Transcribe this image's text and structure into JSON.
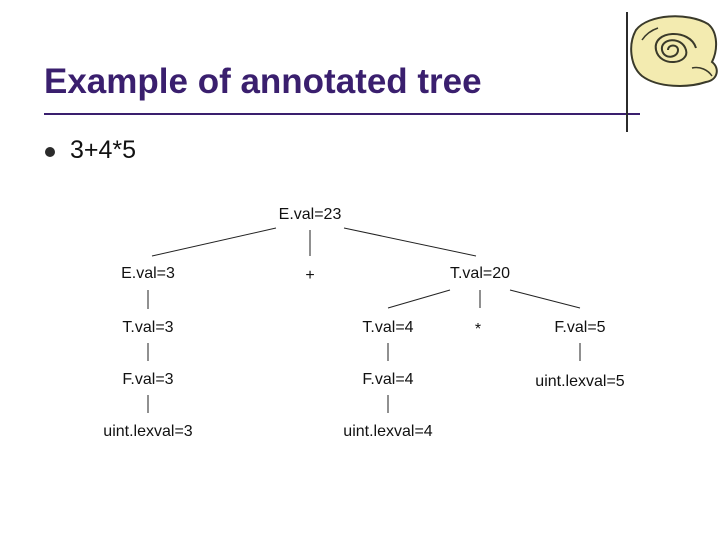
{
  "slide": {
    "title": "Example of annotated tree",
    "bullet": "3+4*5"
  },
  "tree": {
    "nodes": [
      {
        "id": "e23",
        "label": "E.val=23"
      },
      {
        "id": "e3",
        "label": "E.val=3"
      },
      {
        "id": "plus",
        "label": "+"
      },
      {
        "id": "t20",
        "label": "T.val=20"
      },
      {
        "id": "t3",
        "label": "T.val=3"
      },
      {
        "id": "t4",
        "label": "T.val=4"
      },
      {
        "id": "star",
        "label": "*"
      },
      {
        "id": "f5",
        "label": "F.val=5"
      },
      {
        "id": "f3",
        "label": "F.val=3"
      },
      {
        "id": "f4",
        "label": "F.val=4"
      },
      {
        "id": "u5",
        "label": "uint.lexval=5"
      },
      {
        "id": "u3",
        "label": "uint.lexval=3"
      },
      {
        "id": "u4",
        "label": "uint.lexval=4"
      }
    ],
    "edges": [
      [
        "e23",
        "e3"
      ],
      [
        "e23",
        "plus"
      ],
      [
        "e23",
        "t20"
      ],
      [
        "e3",
        "t3"
      ],
      [
        "t3",
        "f3"
      ],
      [
        "f3",
        "u3"
      ],
      [
        "t20",
        "t4"
      ],
      [
        "t20",
        "star"
      ],
      [
        "t20",
        "f5"
      ],
      [
        "t4",
        "f4"
      ],
      [
        "f4",
        "u4"
      ],
      [
        "f5",
        "u5"
      ]
    ]
  },
  "colors": {
    "title": "#3a1f6e",
    "text": "#111111",
    "logo_fill": "#f3ebb0",
    "logo_stroke": "#3a3a2a"
  },
  "logo": {
    "icon": "scroll-icon"
  }
}
